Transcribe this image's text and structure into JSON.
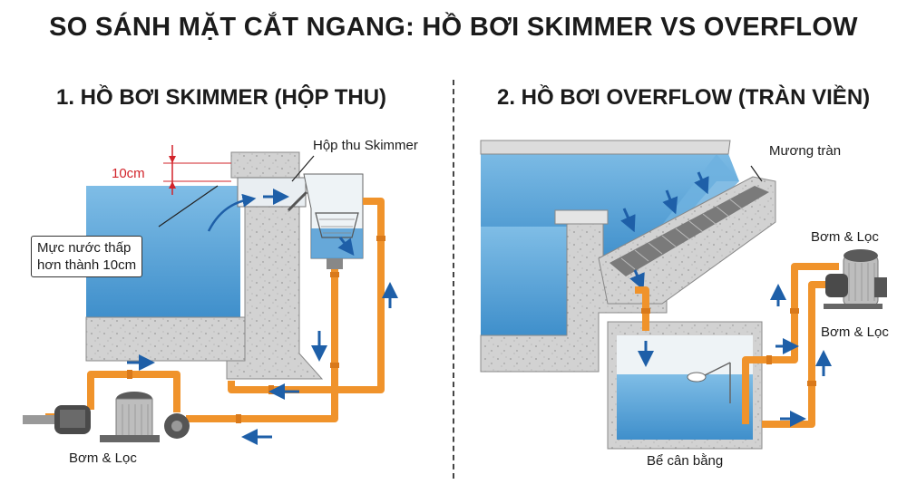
{
  "title": "SO SÁNH MẶT CẮT NGANG: HỒ BƠI SKIMMER VS OVERFLOW",
  "section_skimmer": {
    "heading": "1. HỒ BƠI SKIMMER (HỘP THU)",
    "skimmer_box_label": "Hộp thu Skimmer",
    "gap_label": "10cm",
    "water_level_note": [
      "Mực nước thấp",
      "hơn thành 10cm"
    ],
    "pump_label": "Bơm & Lọc"
  },
  "section_overflow": {
    "heading": "2. HỒ BƠI OVERFLOW (TRÀN VIỀN)",
    "gutter_label": "Mương tràn",
    "pump_label_top": "Bơm & Lọc",
    "pump_label_side": "Bơm & Lọc",
    "tank_label": "Bể cân bằng"
  },
  "colors": {
    "water": "#5fa8d8",
    "water_dark": "#2f7fbf",
    "concrete": "#cfcfcf",
    "pipe": "#f0932b",
    "arrow": "#1e5fa8",
    "dimension": "#d2232a"
  }
}
